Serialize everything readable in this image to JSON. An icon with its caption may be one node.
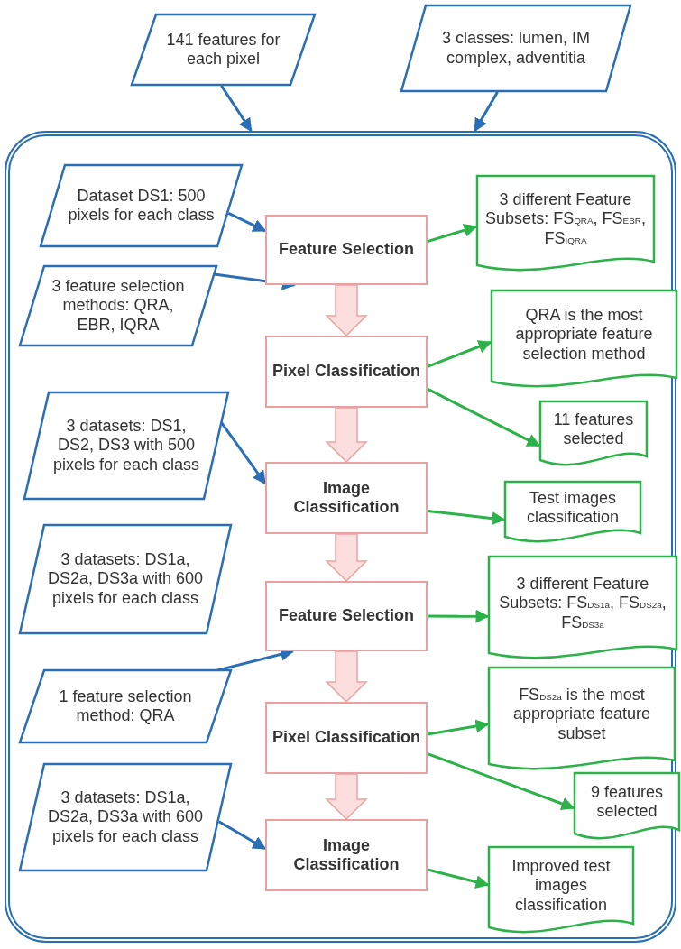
{
  "diagram": {
    "nodes": [
      {
        "text": [
          "141 features for each pixel"
        ]
      },
      {
        "text": [
          "3 classes: lumen, IM complex, adventitia"
        ]
      },
      {
        "text": [],
        "shape": "box"
      },
      {
        "text": [
          "Dataset DS1: 500 pixels for each class"
        ],
        "in": 2
      },
      {
        "text": [
          "Feature Selection"
        ],
        "in": 2
      },
      {
        "text": [
          "3 different Feature Subsets: FS$_{QRA}$, FS$_{EBR}$, FS$_{IQRA}$"
        ],
        "in": 2
      },
      {
        "text": [
          "3 feature selection methods: QRA, EBR, IQRA"
        ],
        "in": 2
      },
      {
        "text": [
          "Pixel Classification"
        ],
        "in": 2
      },
      {
        "text": [
          "QRA is the most appropriate feature selection method"
        ],
        "in": 2
      },
      {
        "text": [
          "11 features selected"
        ],
        "in": 2
      },
      {
        "text": [
          "3 datasets: DS1, DS2, DS3 with 500 pixels for each class"
        ],
        "in": 2
      },
      {
        "text": [
          "Image Classification"
        ],
        "in": 2
      },
      {
        "text": [
          "Test images classification"
        ],
        "in": 2
      },
      {
        "text": [
          "3 datasets: DS1a, DS2a, DS3a with 600 pixels for each class"
        ],
        "in": 2
      },
      {
        "text": [
          "Feature Selection"
        ],
        "in": 2
      },
      {
        "text": [
          "3 different Feature Subsets: FS$_{DS1a}$, FS$_{DS2a}$, FS$_{DS3a}$"
        ],
        "in": 2
      },
      {
        "text": [
          "1 feature selection method: QRA"
        ],
        "in": 2
      },
      {
        "text": [
          "Pixel Classification"
        ],
        "in": 2
      },
      {
        "text": [
          "FS$_{DS2a}$ is the most appropriate feature subset"
        ],
        "in": 2
      },
      {
        "text": [
          "9 features selected"
        ],
        "in": 2
      },
      {
        "text": [
          "3 datasets: DS1a, DS2a, DS3a with 600 pixels for each class"
        ],
        "in": 2
      },
      {
        "text": [
          "Image Classification"
        ],
        "in": 2
      },
      {
        "text": [
          "Improved test images classification"
        ],
        "in": 2
      }
    ],
    "edges": [
      {
        "from": 0,
        "to": 2,
        "arrow": "to",
        "color": "#2a6fb5"
      },
      {
        "from": 1,
        "to": 2,
        "arrow": "to",
        "color": "#2a6fb5"
      },
      {
        "from": 3,
        "to": 4,
        "arrow": "to",
        "color": "#2a6fb5"
      },
      {
        "from": 6,
        "to": 4,
        "arrow": "to",
        "color": "#2a6fb5"
      },
      {
        "from": 4,
        "to": 5,
        "arrow": "to",
        "color": "#2db24a"
      },
      {
        "from": 4,
        "to": 7,
        "arrow": "to",
        "style": "thick",
        "color": "#eaa3a3"
      },
      {
        "from": 7,
        "to": 8,
        "arrow": "to",
        "color": "#2db24a"
      },
      {
        "from": 7,
        "to": 9,
        "arrow": "to",
        "color": "#2db24a"
      },
      {
        "from": 7,
        "to": 11,
        "arrow": "to",
        "style": "thick",
        "color": "#eaa3a3"
      },
      {
        "from": 10,
        "to": 11,
        "arrow": "to",
        "color": "#2a6fb5"
      },
      {
        "from": 11,
        "to": 12,
        "arrow": "to",
        "color": "#2db24a"
      },
      {
        "from": 11,
        "to": 14,
        "arrow": "to",
        "style": "thick",
        "color": "#eaa3a3"
      },
      {
        "from": 16,
        "to": 14,
        "arrow": "to",
        "color": "#2a6fb5"
      },
      {
        "from": 14,
        "to": 15,
        "arrow": "to",
        "color": "#2db24a"
      },
      {
        "from": 14,
        "to": 17,
        "arrow": "to",
        "style": "thick",
        "color": "#eaa3a3"
      },
      {
        "from": 17,
        "to": 18,
        "arrow": "to",
        "color": "#2db24a"
      },
      {
        "from": 17,
        "to": 19,
        "arrow": "to",
        "color": "#2db24a"
      },
      {
        "from": 17,
        "to": 21,
        "arrow": "to",
        "style": "thick",
        "color": "#eaa3a3"
      },
      {
        "from": 20,
        "to": 21,
        "arrow": "to",
        "color": "#2a6fb5"
      },
      {
        "from": 21,
        "to": 22,
        "arrow": "to",
        "color": "#2db24a"
      }
    ]
  }
}
